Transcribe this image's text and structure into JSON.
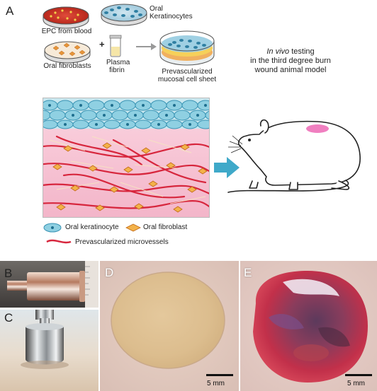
{
  "panel_a": {
    "letter": "A",
    "epc_label": "EPC from blood",
    "keratinocyte_label_line1": "Oral",
    "keratinocyte_label_line2": "Keratinocytes",
    "fibroblast_label": "Oral fibroblasts",
    "plasma_label_line1": "Plasma",
    "plasma_label_line2": "fibrin",
    "plus_sign": "+",
    "sheet_label_line1": "Prevascularized",
    "sheet_label_line2": "mucosal cell sheet",
    "invivo_italic": "In vivo",
    "invivo_rest": " testing",
    "invivo_line2": "in the third degree burn",
    "invivo_line3": "wound animal model",
    "legend": {
      "keratinocyte": "Oral keratinocyte",
      "fibroblast": "Oral fibroblast",
      "microvessels": "Prevascularized microvessels"
    }
  },
  "panel_b": {
    "letter": "B"
  },
  "panel_c": {
    "letter": "C"
  },
  "panel_d": {
    "letter": "D",
    "scale": "5 mm"
  },
  "panel_e": {
    "letter": "E",
    "scale": "5 mm"
  },
  "colors": {
    "keratinocyte": "#5bc0d6",
    "dermis": "#f7c6d6",
    "vessel": "#d7263d",
    "fibroblast": "#f0a040",
    "arrow": "#3fa9c9",
    "wound_patch": "#f07fc0"
  }
}
